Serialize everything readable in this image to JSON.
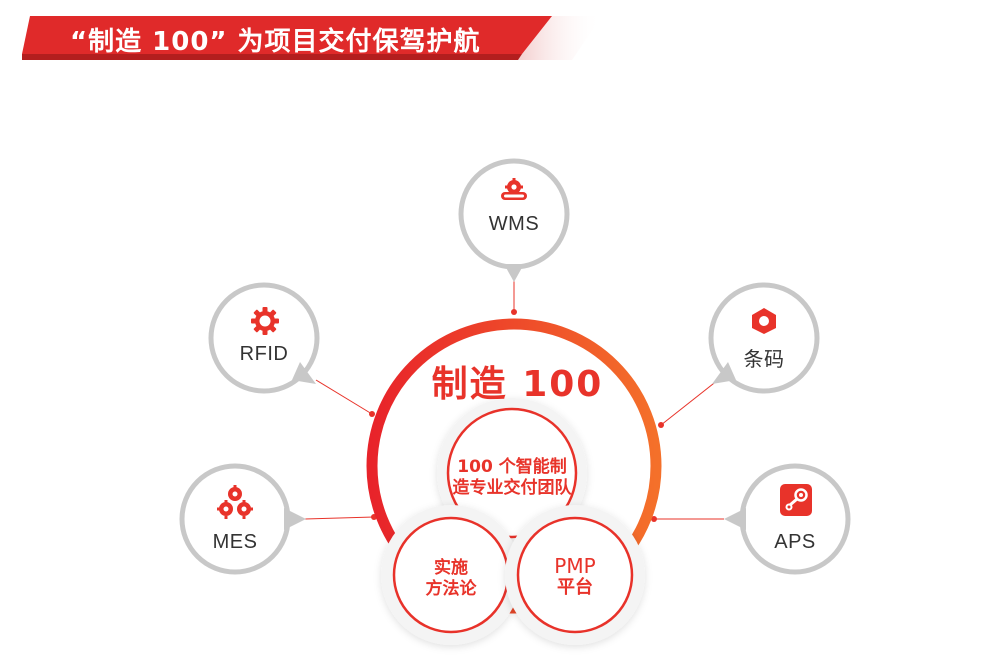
{
  "banner": {
    "title": "“制造 100” 为项目交付保驾护航"
  },
  "center": {
    "title": "制造 100"
  },
  "inner": {
    "team": {
      "line1": "100 个智能制",
      "line2": "造专业交付团队"
    },
    "method": {
      "line1": "实施",
      "line2": "方法论"
    },
    "platform": {
      "line1": "PMP",
      "line2": "平台"
    }
  },
  "nodes": {
    "wms": {
      "label": "WMS",
      "icon": "conveyor-gear-icon"
    },
    "rfid": {
      "label": "RFID",
      "icon": "gear-icon"
    },
    "barcode": {
      "label": "条码",
      "icon": "hex-nut-icon"
    },
    "mes": {
      "label": "MES",
      "icon": "gears-cluster-icon"
    },
    "aps": {
      "label": "APS",
      "icon": "steam-logo-icon"
    }
  },
  "colors": {
    "accent": "#e8332a",
    "accent_orange": "#f4702a",
    "bubble_border": "#c8c8c8",
    "label": "#333333"
  }
}
